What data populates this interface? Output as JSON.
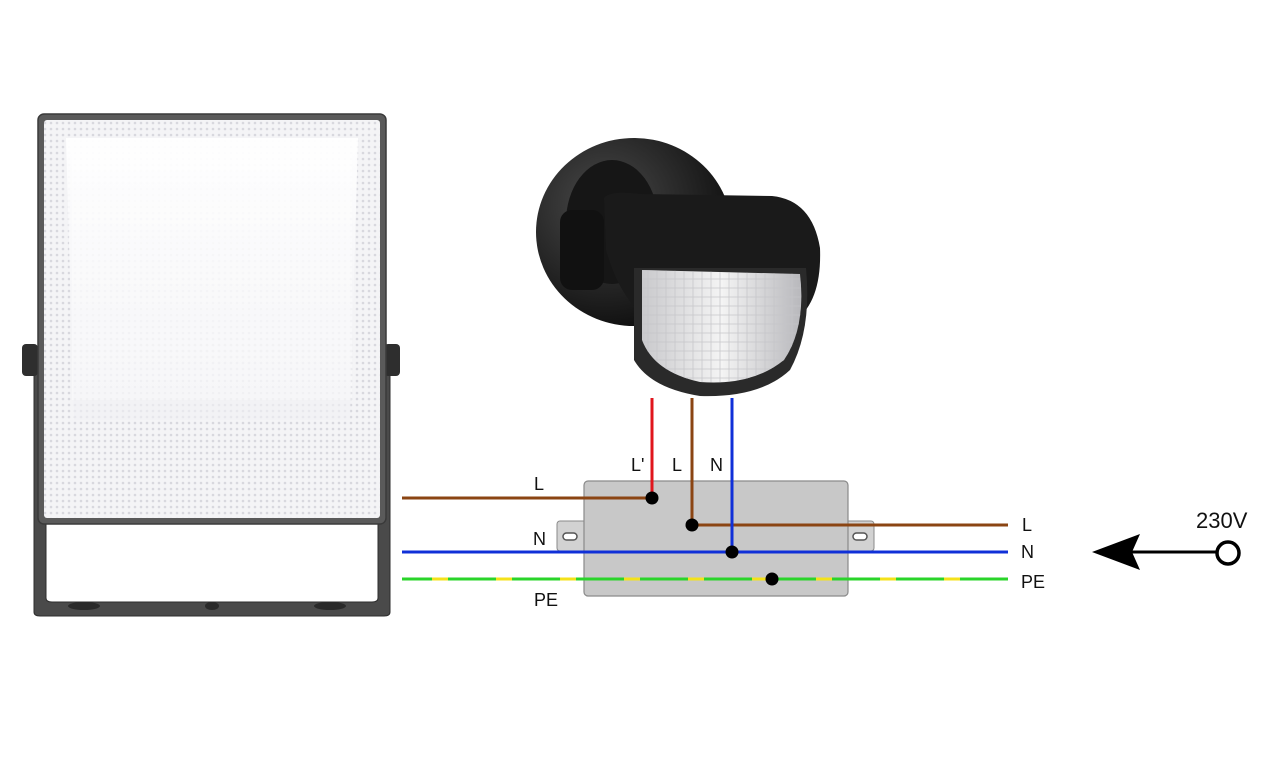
{
  "labels": {
    "sensor_L_prime": "L'",
    "sensor_L": "L",
    "sensor_N": "N",
    "left_L": "L",
    "left_N": "N",
    "left_PE": "PE",
    "right_L": "L",
    "right_N": "N",
    "right_PE": "PE",
    "supply_voltage": "230V"
  },
  "colors": {
    "phase_brown": "#8B4513",
    "switched_red": "#e0161d",
    "neutral_blue": "#1030d8",
    "earth_green": "#2ad42a",
    "earth_yellow": "#f4e21a",
    "junction_box": "#c8c8c8",
    "sensor_body": "#1c1c1c",
    "floodlight_frame": "#4a4a4a"
  },
  "icons": [
    "led-floodlight-icon",
    "motion-sensor-icon",
    "junction-box-icon",
    "supply-arrow-icon",
    "terminal-circle-icon"
  ]
}
